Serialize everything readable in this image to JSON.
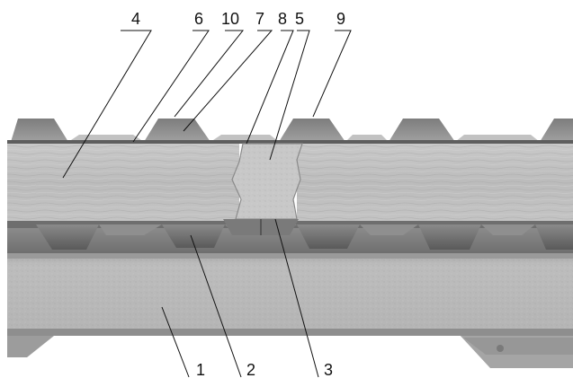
{
  "figure": {
    "callouts": [
      {
        "id": "c4",
        "text": "4"
      },
      {
        "id": "c6",
        "text": "6"
      },
      {
        "id": "c10",
        "text": "10"
      },
      {
        "id": "c7",
        "text": "7"
      },
      {
        "id": "c8",
        "text": "8"
      },
      {
        "id": "c5",
        "text": "5"
      },
      {
        "id": "c9",
        "text": "9"
      },
      {
        "id": "c1",
        "text": "1"
      },
      {
        "id": "c2",
        "text": "2"
      },
      {
        "id": "c3",
        "text": "3"
      }
    ]
  }
}
